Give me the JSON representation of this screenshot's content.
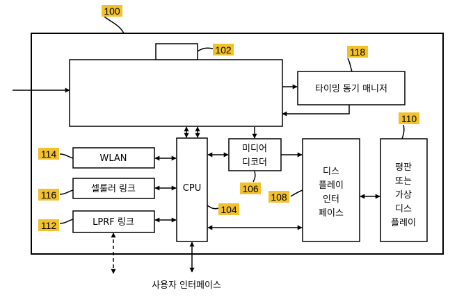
{
  "colors": {
    "line": "#000000",
    "ref_highlight": "#f2c12e",
    "background": "#ffffff"
  },
  "refs": {
    "r100": "100",
    "r102": "102",
    "r118": "118",
    "r110": "110",
    "r114": "114",
    "r116": "116",
    "r112": "112",
    "r104": "104",
    "r106": "106",
    "r108": "108"
  },
  "labels": {
    "timing_manager": "타이밍 동기 매니저",
    "wlan": "WLAN",
    "cellular_link": "셀룰러 링크",
    "lprf_link": "LPRF 링크",
    "cpu": "CPU",
    "media_decoder": [
      "미디어",
      "디코더"
    ],
    "display_interface": [
      "디스",
      "플레이",
      "인터",
      "페이스"
    ],
    "flat_panel_display": [
      "평판",
      "또는",
      "가상",
      "디스",
      "플레이"
    ],
    "user_interface": "사용자 인터페이스"
  }
}
